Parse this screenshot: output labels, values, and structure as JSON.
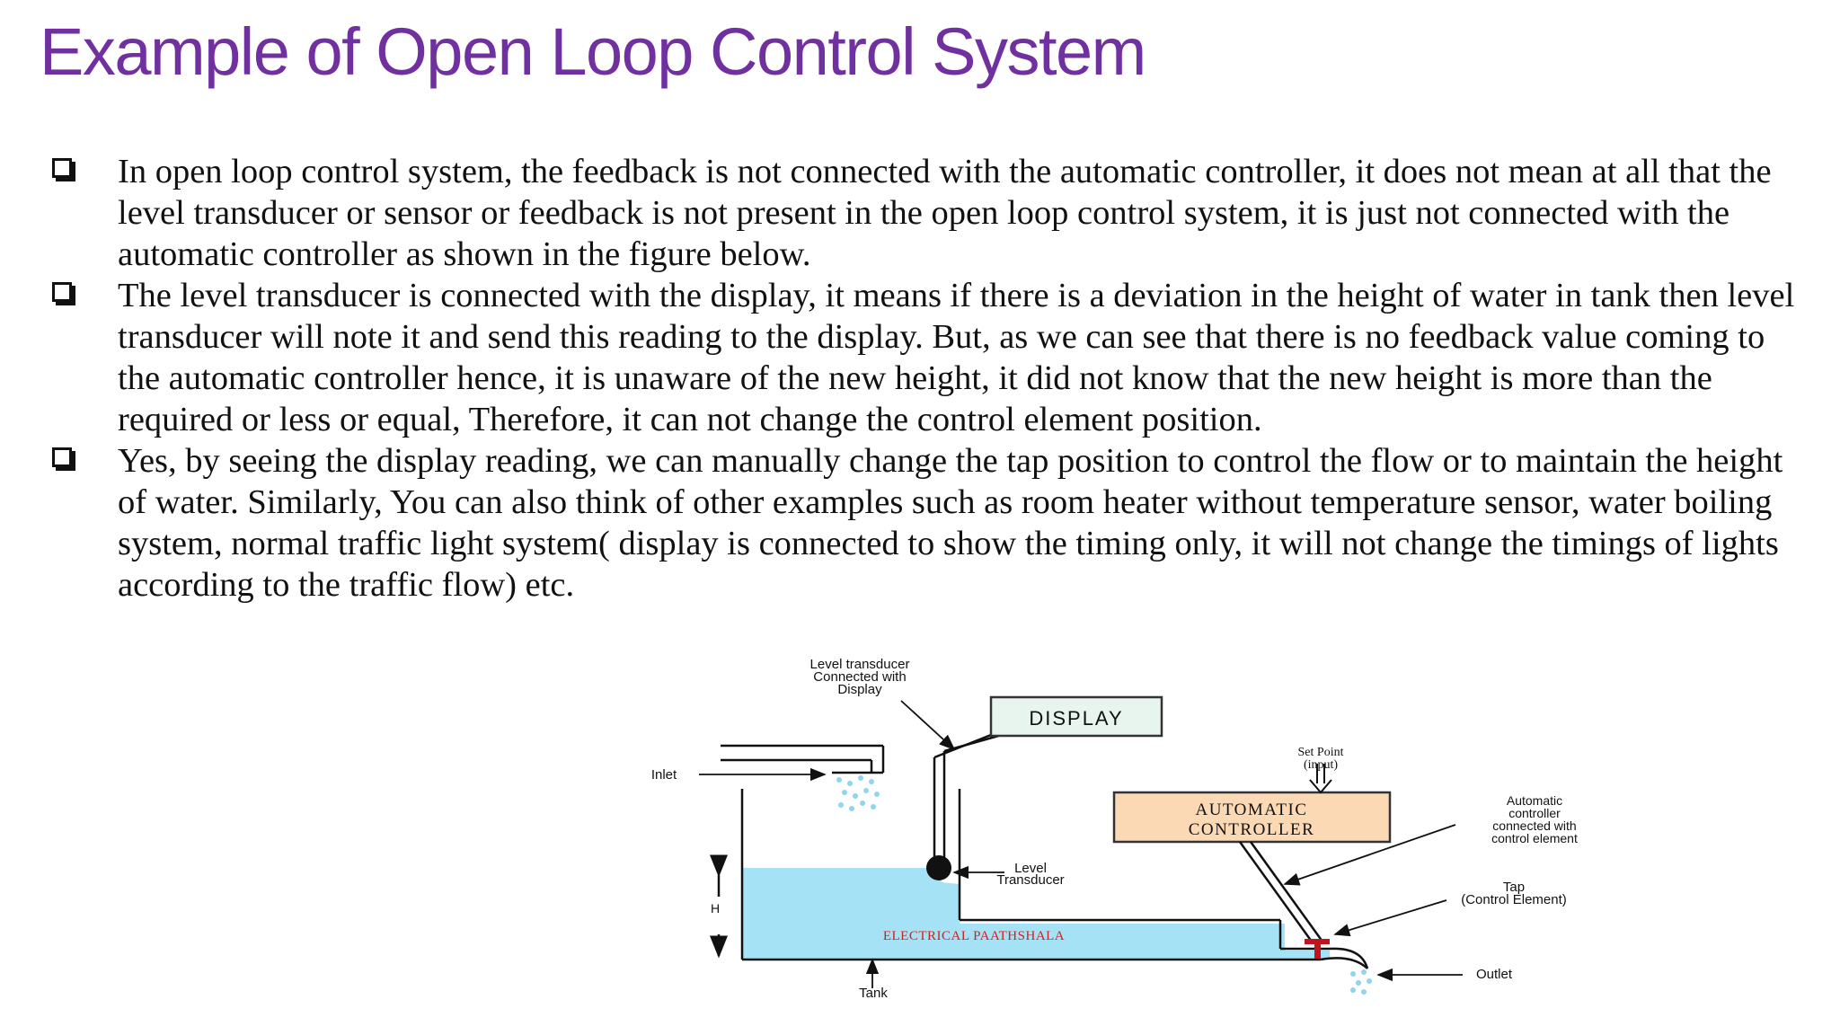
{
  "title": "Example of Open Loop Control System",
  "bullets": [
    "In open loop control system, the feedback is not connected with the automatic controller, it does not mean at all that the level transducer or sensor or feedback is not present in the open loop control system, it is just not connected with the automatic controller as shown in the figure below.",
    "The level transducer is connected with the display, it means if there is a deviation in the height of water in tank then level transducer will note it and send this reading to the display. But, as we can see that there is no feedback value coming to the automatic controller hence, it is unaware of the new height, it did not know that the new height is more than the required or less or equal, Therefore, it can not change the control element position.",
    "Yes, by seeing the display reading, we can manually change the tap position to control the flow or to maintain the height of water. Similarly, You can also think of other examples such as room heater without temperature sensor, water boiling system, normal traffic light system( display is connected to show the timing only, it will not change the timings of lights according to the traffic flow) etc."
  ],
  "diagram": {
    "level_transducer_display_label": [
      "Level transducer",
      "Connected with",
      "Display"
    ],
    "display_label": "DISPLAY",
    "inlet_label": "Inlet",
    "set_point_label": [
      "Set Point",
      "(input)"
    ],
    "controller_label": [
      "AUTOMATIC",
      "CONTROLLER"
    ],
    "controller_note": [
      "Automatic",
      "controller",
      "connected with",
      "control element"
    ],
    "level_transducer_label": [
      "Level",
      "Transducer"
    ],
    "height_label": "H",
    "tap_label": [
      "Tap",
      "(Control Element)"
    ],
    "watermark": "ELECTRICAL PAATHSHALA",
    "outlet_label": "Outlet",
    "tank_label": "Tank",
    "colors": {
      "water": "#a6e2f6",
      "display_box": "#e8f5ee",
      "controller_box": "#fcd9b5",
      "tap": "#c0141e",
      "watermark": "#d02020",
      "title": "#7030a0"
    }
  }
}
